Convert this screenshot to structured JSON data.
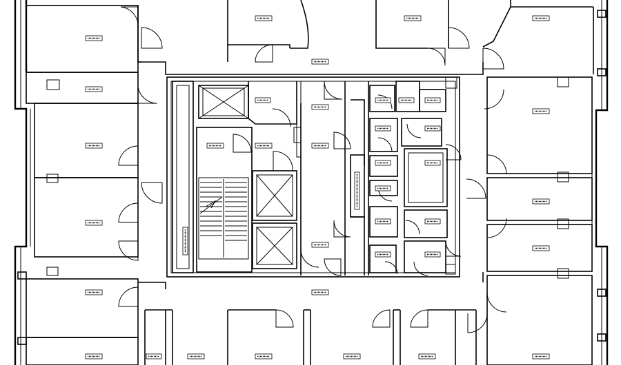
{
  "plan": {
    "title": "",
    "room_label_count_note": "",
    "rooms": [
      {
        "id": "room-nw-1"
      },
      {
        "id": "room-nw-2"
      },
      {
        "id": "room-w-1"
      },
      {
        "id": "room-w-2"
      },
      {
        "id": "room-sw-1"
      },
      {
        "id": "room-sw-2"
      },
      {
        "id": "room-n-1"
      },
      {
        "id": "room-n-2"
      },
      {
        "id": "room-ne-1"
      },
      {
        "id": "room-ne-2"
      },
      {
        "id": "room-e-1"
      },
      {
        "id": "room-e-2"
      },
      {
        "id": "room-e-3"
      },
      {
        "id": "room-se-1"
      },
      {
        "id": "room-s-1"
      },
      {
        "id": "room-s-2"
      },
      {
        "id": "room-s-3"
      },
      {
        "id": "room-s-4"
      },
      {
        "id": "corridor-n"
      },
      {
        "id": "corridor-s"
      },
      {
        "id": "core-stair"
      },
      {
        "id": "core-lobby"
      },
      {
        "id": "core-lobby-2"
      },
      {
        "id": "core-mech"
      },
      {
        "id": "core-toilet-1"
      },
      {
        "id": "core-toilet-2"
      },
      {
        "id": "core-small-1"
      },
      {
        "id": "core-small-2"
      },
      {
        "id": "core-small-3"
      },
      {
        "id": "core-small-4"
      },
      {
        "id": "core-small-5"
      },
      {
        "id": "core-small-6"
      },
      {
        "id": "core-small-7"
      },
      {
        "id": "core-small-8"
      },
      {
        "id": "core-small-9"
      },
      {
        "id": "core-small-10"
      },
      {
        "id": "core-small-11"
      },
      {
        "id": "core-small-12"
      }
    ],
    "elevators": [
      "elevator-1",
      "elevator-2",
      "elevator-3"
    ],
    "shafts": [
      "vertical-shaft-1",
      "vertical-shaft-2"
    ]
  }
}
